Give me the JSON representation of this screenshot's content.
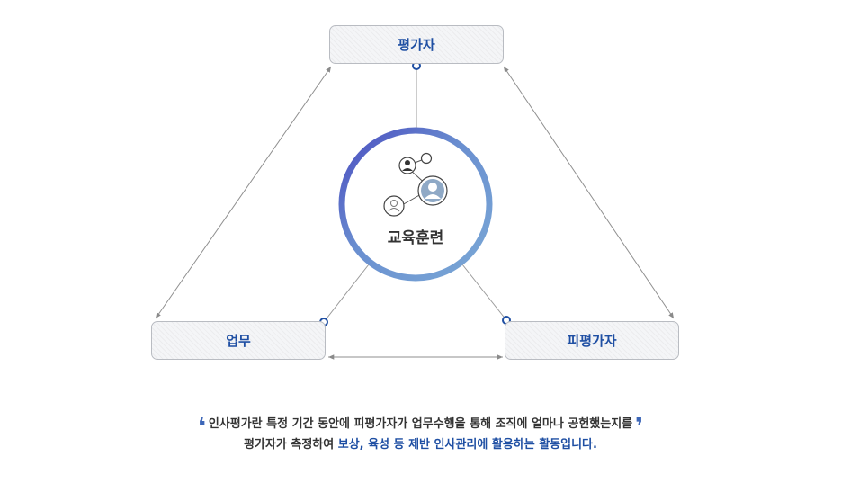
{
  "nodes": {
    "top": "평가자",
    "left": "업무",
    "right": "피평가자",
    "center": "교육훈련"
  },
  "caption": {
    "line1": "인사평가란 특정 기간 동안에 피평가자가 업무수행을 통해 조직에 얼마나 공헌했는지를",
    "line2_prefix": "평가자가 측정하여 ",
    "line2_highlight": "보상, 육성 등 제반 인사관리에 활용하는 활동입니다.",
    "open_quote": "❛",
    "close_quote": "❜"
  },
  "colors": {
    "accent": "#1f4fa3",
    "ring_start": "#4a55c4",
    "ring_end": "#7ba9d6",
    "connector": "#9a9a9a"
  },
  "icons": [
    "user-icon",
    "user-icon",
    "user-outline-icon",
    "empty-node-icon"
  ]
}
